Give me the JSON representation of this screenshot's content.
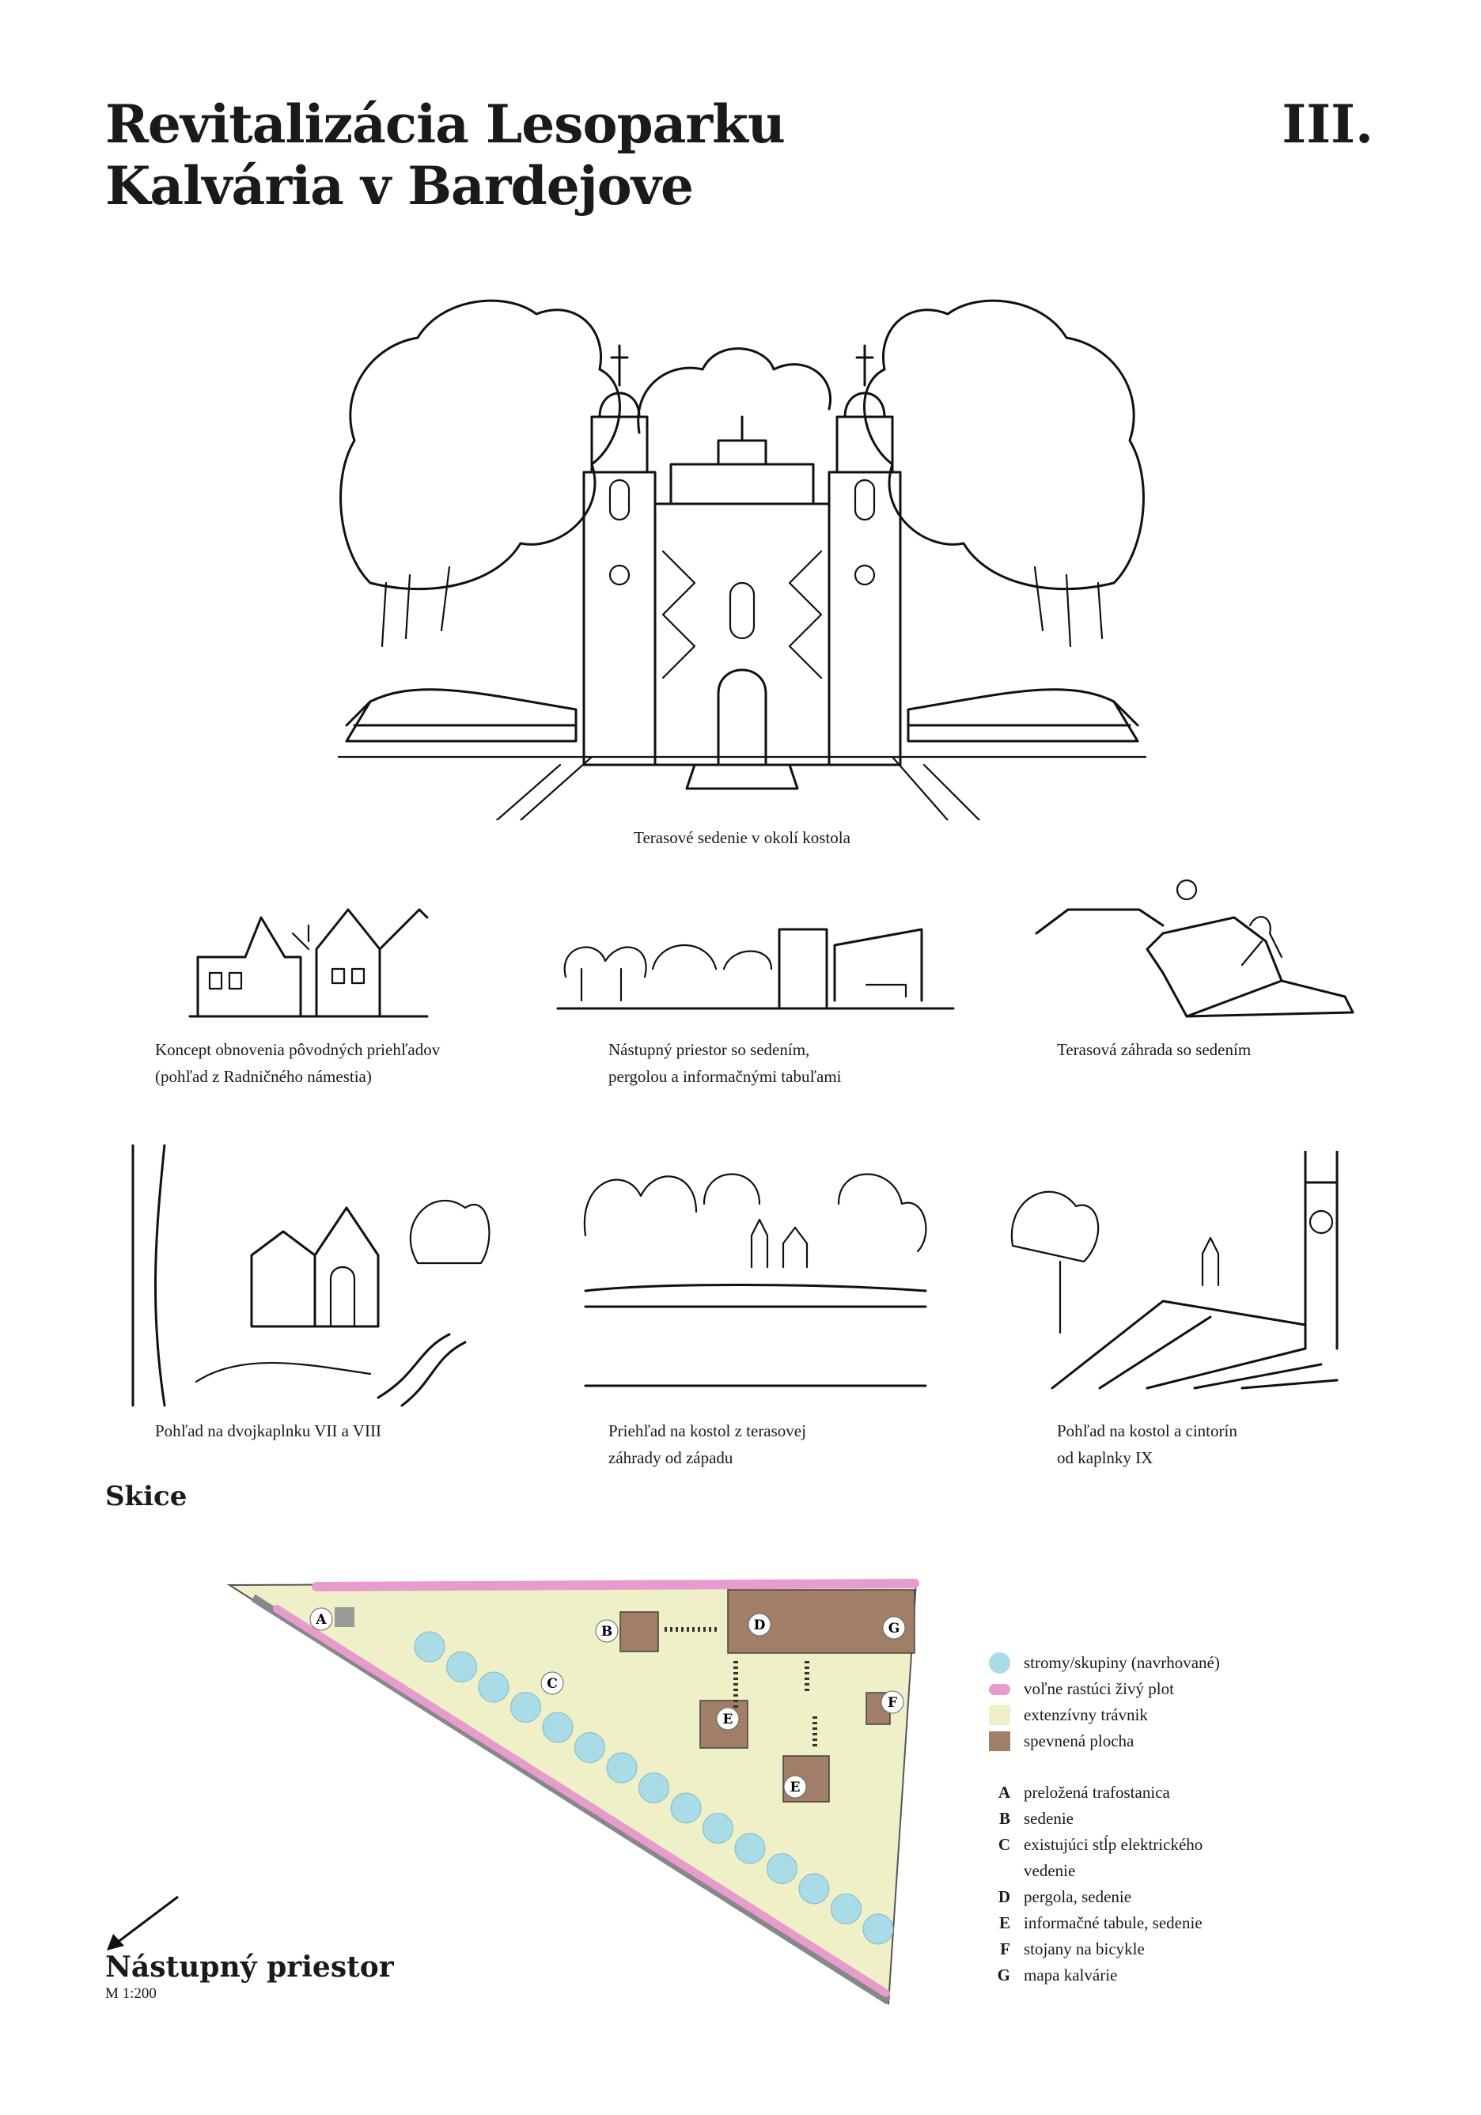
{
  "header": {
    "title_line1": "Revitalizácia Lesoparku",
    "title_line2": "Kalvária v Bardejove",
    "sheet_number": "III."
  },
  "main_sketch": {
    "caption": "Terasové sedenie v okolí kostola"
  },
  "sketches": [
    {
      "line1": "Koncept obnovenia pôvodných priehľadov",
      "line2": "(pohľad z Radničného námestia)"
    },
    {
      "line1": "Nástupný priestor so sedením,",
      "line2": "pergolou a informačnými tabuľami"
    },
    {
      "line1": "Terasová záhrada so sedením",
      "line2": ""
    },
    {
      "line1": "Pohľad na dvojkaplnku VII a VIII",
      "line2": ""
    },
    {
      "line1": "Priehľad na kostol z terasovej",
      "line2": "záhrady od západu"
    },
    {
      "line1": "Pohľad na kostol a cintorín",
      "line2": "od kaplnky IX"
    }
  ],
  "section_title": "Skice",
  "plan": {
    "title": "Nástupný priestor",
    "scale": "M 1:200",
    "markers": [
      "A",
      "B",
      "C",
      "D",
      "E",
      "E",
      "F",
      "G"
    ]
  },
  "legend": {
    "swatches": [
      {
        "label": "stromy/skupiny (navrhované)",
        "color": "#a9dce6",
        "icon": "circle"
      },
      {
        "label": "voľne rastúci živý plot",
        "color": "#e69ccd",
        "icon": "hedge"
      },
      {
        "label": "extenzívny trávnik",
        "color": "#f0f0c8",
        "icon": "square"
      },
      {
        "label": "spevnená plocha",
        "color": "#a07e68",
        "icon": "square"
      }
    ],
    "keys": [
      {
        "letter": "A",
        "label": "preložená trafostanica"
      },
      {
        "letter": "B",
        "label": "sedenie"
      },
      {
        "letter": "C",
        "label": "existujúci stĺp elektrického"
      },
      {
        "letter": "",
        "label": "vedenie"
      },
      {
        "letter": "D",
        "label": "pergola, sedenie"
      },
      {
        "letter": "E",
        "label": "informačné tabule, sedenie"
      },
      {
        "letter": "F",
        "label": "stojany na bicykle"
      },
      {
        "letter": "G",
        "label": "mapa kalvárie"
      }
    ]
  }
}
